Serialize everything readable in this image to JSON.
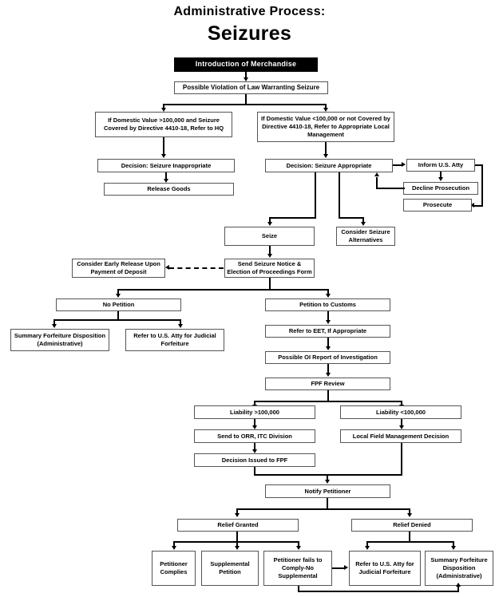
{
  "title": {
    "line1": "Administrative Process:",
    "line2": "Seizures"
  },
  "chart_data": {
    "type": "diagram",
    "title": "Administrative Process: Seizures",
    "diagram_kind": "flowchart",
    "orientation": "top-to-bottom",
    "node_count": 30
  },
  "nodes": {
    "introduction": "Introduction of Merchandise",
    "possible_violation": "Possible Violation of Law Warranting Seizure",
    "domestic_over": "If Domestic Value >100,000 and Seizure Covered by Directive 4410-18, Refer to HQ",
    "domestic_under": "If Domestic Value <100,000 or not Covered by Directive 4410-18, Refer to Appropriate Local Management",
    "seizure_inappropriate": "Decision: Seizure Inappropriate",
    "release_goods": "Release Goods",
    "seizure_appropriate": "Decision: Seizure Appropriate",
    "inform_us_atty": "Inform U.S. Atty",
    "decline_prosecution": "Decline Prosecution",
    "prosecute": "Prosecute",
    "seize": "Seize",
    "consider_alternatives": "Consider Seizure Alternatives",
    "send_notice": "Send Seizure Notice & Election of Proceedings Form",
    "early_release": "Consider Early Release Upon Payment of Deposit",
    "no_petition": "No Petition",
    "petition_to_customs": "Petition to Customs",
    "summary_forfeiture_admin": "Summary Forfeiture Disposition (Administrative)",
    "refer_judicial_forfeiture": "Refer to U.S. Atty for Judicial Forfeiture",
    "refer_eet": "Refer to EET, If Appropriate",
    "possible_oi_report": "Possible OI Report of Investigation",
    "fpf_review": "FPF Review",
    "liability_over": "Liability >100,000",
    "liability_under": "Liability <100,000",
    "send_orr": "Send to ORR, ITC Division",
    "local_field_decision": "Local Field Management Decision",
    "decision_issued_fpf": "Decision Issued to FPF",
    "notify_petitioner": "Notify Petitioner",
    "relief_granted": "Relief Granted",
    "relief_denied": "Relief Denied",
    "petitioner_complies": "Petitioner Complies",
    "supplemental_petition": "Supplemental Petition",
    "fails_to_comply": "Petitioner fails to Comply-No Supplemental",
    "refer_judicial_forfeiture_2": "Refer to U.S. Atty for Judicial Forfeiture",
    "summary_forfeiture_admin_2": "Summary Forfeiture Disposition (Administrative)"
  },
  "colors": {
    "header_fill": "#000000",
    "header_text": "#ffffff",
    "box_border": "#555555",
    "connector": "#000000",
    "background": "#ffffff"
  }
}
